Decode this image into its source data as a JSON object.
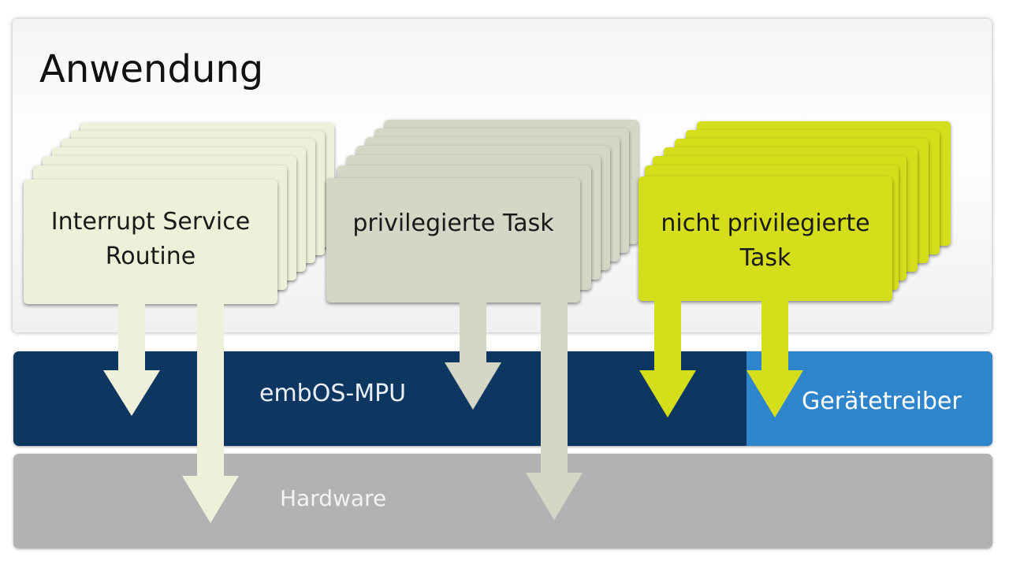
{
  "layers": {
    "application": "Anwendung",
    "mpu": "embOS-MPU",
    "driver": "Gerätetreiber",
    "hardware": "Hardware"
  },
  "tasks": [
    {
      "line1": "Interrupt Service",
      "line2": "Routine",
      "color": "#eef0d9"
    },
    {
      "line1": "privilegierte Task",
      "line2": "",
      "color": "#d4d7c6"
    },
    {
      "line1": "nicht privilegierte",
      "line2": "Task",
      "color": "#d5de1a"
    }
  ],
  "colors": {
    "mpu": "#0d3660",
    "driver": "#2f85cc",
    "hardware": "#b2b2b2"
  }
}
